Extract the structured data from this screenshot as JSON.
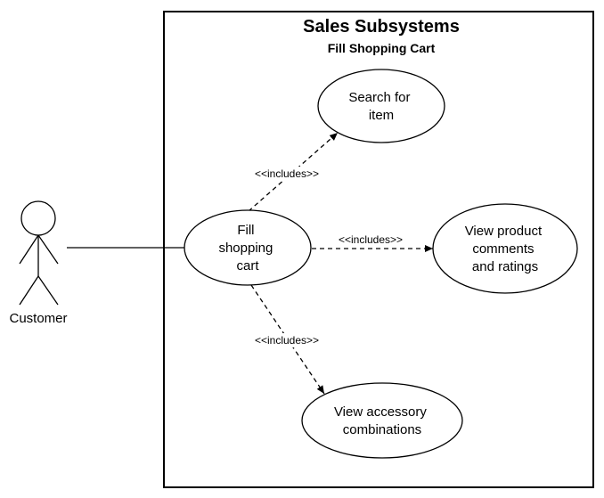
{
  "system": {
    "title": "Sales Subsystems",
    "subtitle": "Fill Shopping Cart"
  },
  "actor": {
    "label": "Customer"
  },
  "use_cases": {
    "fill_cart": [
      "Fill",
      "shopping",
      "cart"
    ],
    "search": [
      "Search for",
      "item"
    ],
    "view_comments": [
      "View product",
      "comments",
      "and ratings"
    ],
    "view_accessory": [
      "View accessory",
      "combinations"
    ]
  },
  "relationships": {
    "to_search": "<<includes>>",
    "to_comments": "<<includes>>",
    "to_accessory": "<<includes>>"
  },
  "colors": {
    "stroke": "#000000",
    "background": "#ffffff"
  }
}
